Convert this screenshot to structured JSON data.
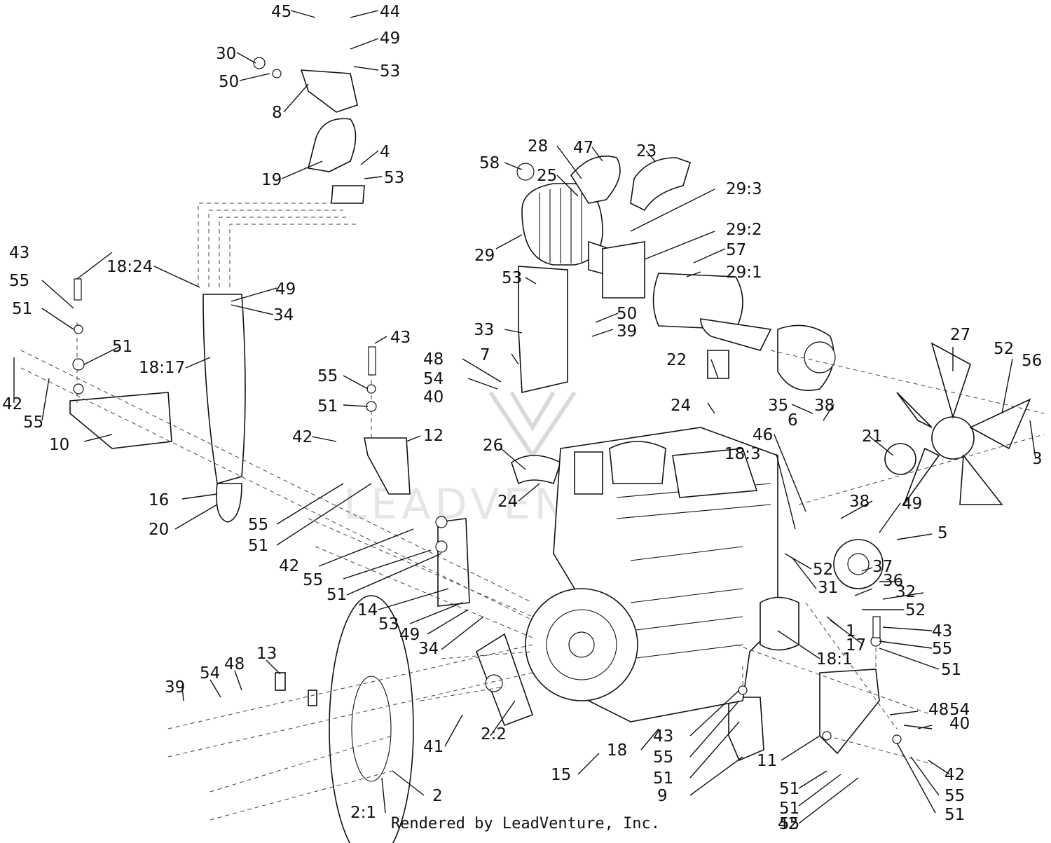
{
  "footer": {
    "credit": "Rendered by LeadVenture, Inc."
  },
  "watermark": {
    "text": "LEADVENTURE"
  },
  "labels": [
    "45",
    "44",
    "49",
    "30",
    "53",
    "50",
    "8",
    "28",
    "47",
    "23",
    "58",
    "25",
    "4",
    "19",
    "53",
    "29:3",
    "29:2",
    "29",
    "57",
    "29:1",
    "43",
    "18:24",
    "49",
    "55",
    "34",
    "51",
    "53",
    "50",
    "39",
    "33",
    "7",
    "51",
    "18:17",
    "43",
    "48",
    "54",
    "22",
    "42",
    "55",
    "40",
    "27",
    "24",
    "35",
    "38",
    "52",
    "56",
    "55",
    "6",
    "10",
    "51",
    "12",
    "46",
    "18:3",
    "21",
    "42",
    "3",
    "26",
    "24",
    "16",
    "38",
    "49",
    "20",
    "55",
    "51",
    "5",
    "42",
    "55",
    "52",
    "37",
    "51",
    "31",
    "36",
    "32",
    "14",
    "52",
    "53",
    "49",
    "34",
    "1",
    "43",
    "17",
    "55",
    "18:1",
    "51",
    "13",
    "39",
    "54",
    "48",
    "48",
    "54",
    "40",
    "2:2",
    "43",
    "41",
    "55",
    "15",
    "18",
    "51",
    "11",
    "42",
    "9",
    "55",
    "51",
    "2",
    "51",
    "55",
    "2:1",
    "42",
    "51"
  ]
}
